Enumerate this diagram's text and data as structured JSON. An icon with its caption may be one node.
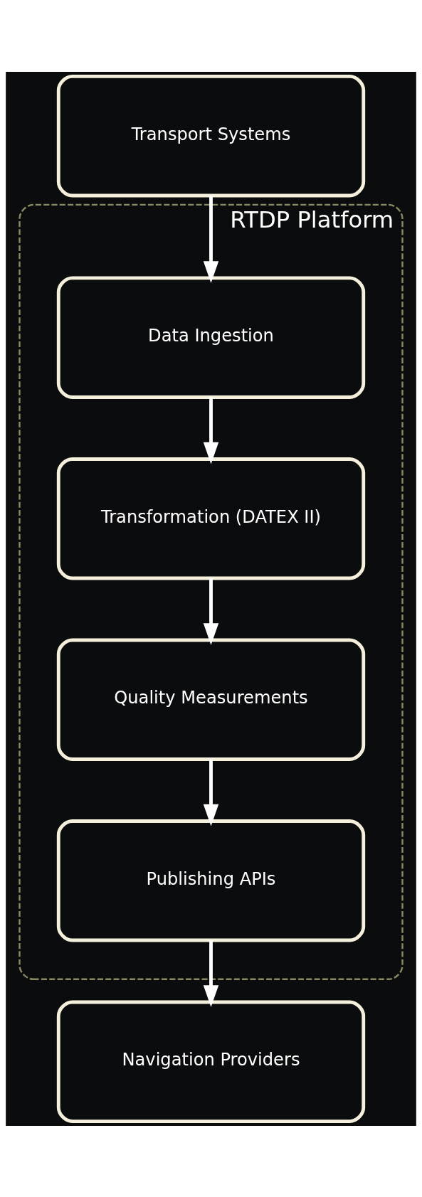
{
  "diagram": {
    "nodes": [
      {
        "text": [
          "Transport Systems"
        ]
      },
      {
        "text": [
          "RTDP Platform"
        ]
      },
      {
        "text": [
          "Data Ingestion"
        ],
        "in": 1
      },
      {
        "text": [
          "Transformation (DATEX II)"
        ],
        "in": 1
      },
      {
        "text": [
          "Quality Measurements"
        ],
        "in": 1
      },
      {
        "text": [
          "Publishing APIs"
        ],
        "in": 1
      },
      {
        "text": [
          "Navigation Providers"
        ]
      }
    ],
    "edges": [
      {
        "from": 0,
        "to": 2,
        "arrow": "to"
      },
      {
        "from": 2,
        "to": 3,
        "arrow": "to"
      },
      {
        "from": 3,
        "to": 4,
        "arrow": "to"
      },
      {
        "from": 4,
        "to": 5,
        "arrow": "to"
      },
      {
        "from": 5,
        "to": 6,
        "arrow": "to"
      }
    ]
  }
}
